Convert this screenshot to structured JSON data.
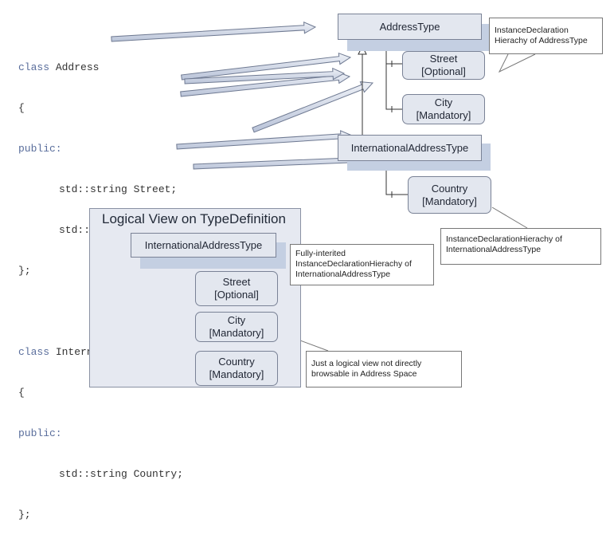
{
  "code": {
    "class1_kw": "class",
    "class1_name": " Address",
    "brace_open_1": "{",
    "public1": "public:",
    "street_line": "std::string Street;",
    "city_line": "std::string City;",
    "brace_close_1": "};",
    "class2_kw": "class",
    "class2_name": " InternationalAddress  : Address",
    "brace_open_2": "{",
    "public2": "public:",
    "country_line": "std::string Country;",
    "brace_close_2": "};"
  },
  "nodes": {
    "address_type": "AddressType",
    "street_top": [
      "Street",
      "[Optional]"
    ],
    "city_top": [
      "City",
      "[Mandatory]"
    ],
    "intl_address_type": "InternationalAddressType",
    "country_top": [
      "Country",
      "[Mandatory]"
    ]
  },
  "callouts": {
    "address_hierarchy": [
      "InstanceDeclaration",
      "Hierachy of AddressType"
    ],
    "intl_hierarchy": [
      "InstanceDeclarationHierachy of",
      "InternationalAddressType"
    ],
    "fully_inherited": [
      "Fully-interited",
      "InstanceDeclarationHierachy of",
      "InternationalAddressType"
    ],
    "logical_view_note": [
      "Just a logical view not directly",
      "browsable in Address Space"
    ]
  },
  "logical_view": {
    "title": "Logical View on TypeDefinition",
    "root": "InternationalAddressType",
    "street": [
      "Street",
      "[Optional]"
    ],
    "city": [
      "City",
      "[Mandatory]"
    ],
    "country": [
      "Country",
      "[Mandatory]"
    ]
  },
  "colors": {
    "node_fill": "#e3e7ef",
    "node_shadow": "#c4cfe2",
    "border": "#7a8296",
    "keyword": "#5a6e9c"
  }
}
